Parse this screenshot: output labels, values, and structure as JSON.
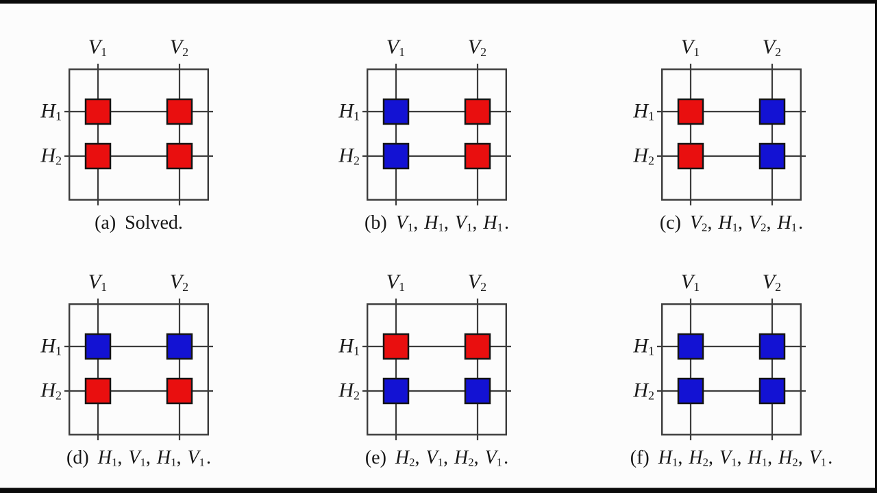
{
  "figure": {
    "colors": {
      "red": "#e90f0f",
      "blue": "#1312d3",
      "line": "#3c3c3c",
      "square_border": "#141414",
      "text": "#1b1b1b",
      "background": "#fcfcfc",
      "letterbox": "#0b0b0b"
    },
    "axis": {
      "col_labels": [
        {
          "base": "V",
          "sub": "1"
        },
        {
          "base": "V",
          "sub": "2"
        }
      ],
      "row_labels": [
        {
          "base": "H",
          "sub": "1"
        },
        {
          "base": "H",
          "sub": "2"
        }
      ]
    },
    "caption_sep": ",",
    "caption_end": ".",
    "panels": [
      {
        "key": "a",
        "id": "(a)",
        "caption_plain": "Solved.",
        "moves": [],
        "cells": [
          [
            "red",
            "red"
          ],
          [
            "red",
            "red"
          ]
        ]
      },
      {
        "key": "b",
        "id": "(b)",
        "moves": [
          {
            "b": "V",
            "s": "1"
          },
          {
            "b": "H",
            "s": "1"
          },
          {
            "b": "V",
            "s": "1"
          },
          {
            "b": "H",
            "s": "1"
          }
        ],
        "cells": [
          [
            "blue",
            "red"
          ],
          [
            "blue",
            "red"
          ]
        ]
      },
      {
        "key": "c",
        "id": "(c)",
        "moves": [
          {
            "b": "V",
            "s": "2"
          },
          {
            "b": "H",
            "s": "1"
          },
          {
            "b": "V",
            "s": "2"
          },
          {
            "b": "H",
            "s": "1"
          }
        ],
        "cells": [
          [
            "red",
            "blue"
          ],
          [
            "red",
            "blue"
          ]
        ]
      },
      {
        "key": "d",
        "id": "(d)",
        "moves": [
          {
            "b": "H",
            "s": "1"
          },
          {
            "b": "V",
            "s": "1"
          },
          {
            "b": "H",
            "s": "1"
          },
          {
            "b": "V",
            "s": "1"
          }
        ],
        "cells": [
          [
            "blue",
            "blue"
          ],
          [
            "red",
            "red"
          ]
        ]
      },
      {
        "key": "e",
        "id": "(e)",
        "moves": [
          {
            "b": "H",
            "s": "2"
          },
          {
            "b": "V",
            "s": "1"
          },
          {
            "b": "H",
            "s": "2"
          },
          {
            "b": "V",
            "s": "1"
          }
        ],
        "cells": [
          [
            "red",
            "red"
          ],
          [
            "blue",
            "blue"
          ]
        ]
      },
      {
        "key": "f",
        "id": "(f)",
        "moves": [
          {
            "b": "H",
            "s": "1"
          },
          {
            "b": "H",
            "s": "2"
          },
          {
            "b": "V",
            "s": "1"
          },
          {
            "b": "H",
            "s": "1"
          },
          {
            "b": "H",
            "s": "2"
          },
          {
            "b": "V",
            "s": "1"
          }
        ],
        "cells": [
          [
            "blue",
            "blue"
          ],
          [
            "blue",
            "blue"
          ]
        ]
      }
    ]
  }
}
